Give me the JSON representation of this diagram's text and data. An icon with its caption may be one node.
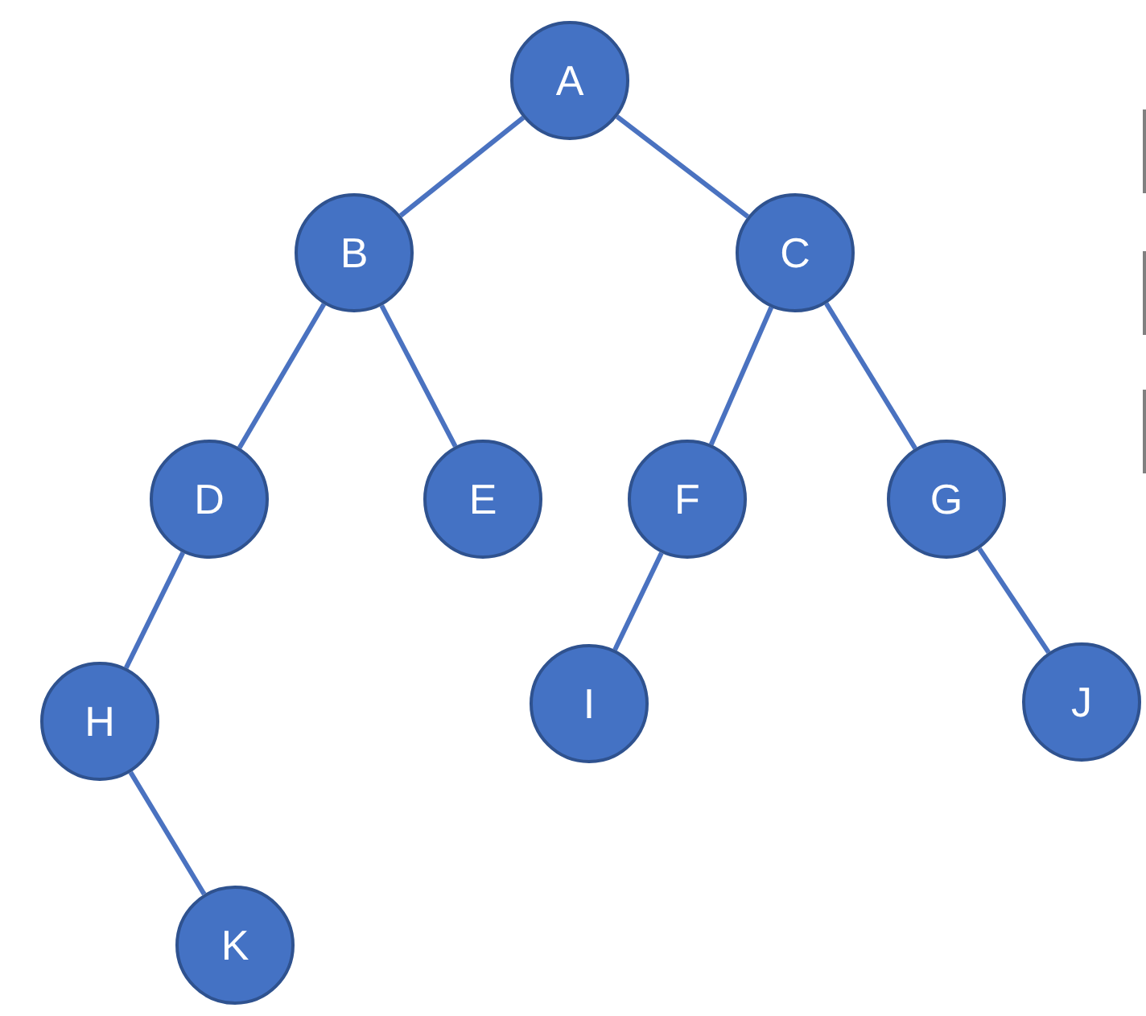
{
  "diagram": {
    "nodes": [
      {
        "text": [
          "A"
        ]
      },
      {
        "text": [
          "B"
        ]
      },
      {
        "text": [
          "C"
        ]
      },
      {
        "text": [
          "D"
        ]
      },
      {
        "text": [
          "E"
        ]
      },
      {
        "text": [
          "F"
        ]
      },
      {
        "text": [
          "G"
        ]
      },
      {
        "text": [
          "H"
        ]
      },
      {
        "text": [
          "I"
        ]
      },
      {
        "text": [
          "J"
        ]
      },
      {
        "text": [
          "K"
        ]
      }
    ],
    "edges": [
      {
        "from": 0,
        "to": 1,
        "arrow": "none"
      },
      {
        "from": 0,
        "to": 2,
        "arrow": "none"
      },
      {
        "from": 1,
        "to": 3,
        "arrow": "none"
      },
      {
        "from": 1,
        "to": 4,
        "arrow": "none"
      },
      {
        "from": 2,
        "to": 5,
        "arrow": "none"
      },
      {
        "from": 2,
        "to": 6,
        "arrow": "none"
      },
      {
        "from": 3,
        "to": 7,
        "arrow": "none"
      },
      {
        "from": 5,
        "to": 8,
        "arrow": "none"
      },
      {
        "from": 6,
        "to": 9,
        "arrow": "none"
      },
      {
        "from": 7,
        "to": 10,
        "arrow": "none"
      }
    ]
  }
}
